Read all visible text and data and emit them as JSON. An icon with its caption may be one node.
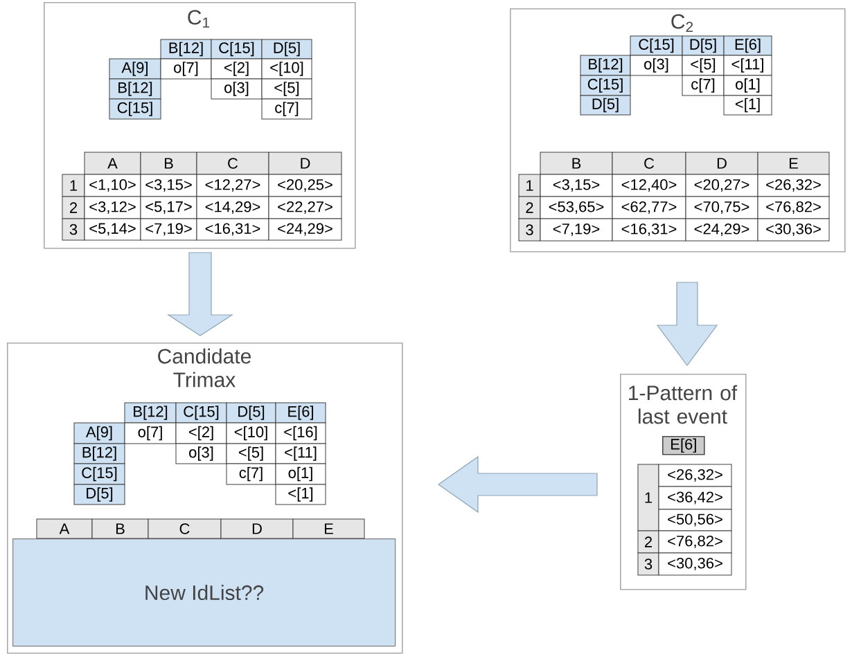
{
  "diagram": {
    "nodes": [
      {
        "text": [
          "C$_{1}$"
        ]
      },
      {
        "text": [
          "C$_{2}$"
        ]
      },
      {
        "text": [
          "Candidate Trimax"
        ]
      },
      {
        "text": [
          "New IdList??"
        ],
        "in": 2
      },
      {
        "text": [
          "1-Pattern of last event"
        ]
      },
      {
        "text": [
          "E[6]"
        ],
        "in": 4
      }
    ],
    "edges": [
      {
        "from": 0,
        "to": 2,
        "arrow": "to"
      },
      {
        "from": 1,
        "to": 4,
        "arrow": "to"
      },
      {
        "from": 4,
        "to": 2,
        "arrow": "to"
      }
    ],
    "labels": [
      "B[12]",
      "C[15]",
      "D[5]",
      "A[9]",
      "o[7]",
      "<[2]",
      "<[10]",
      "B[12]",
      "o[3]",
      "<[5]",
      "C[15]",
      "c[7]",
      "A",
      "B",
      "C",
      "D",
      "1",
      "<1,10>",
      "<3,15>",
      "<12,27>",
      "<20,25>",
      "2",
      "<3,12>",
      "<5,17>",
      "<14,29>",
      "<22,27>",
      "3",
      "<5,14>",
      "<7,19>",
      "<16,31>",
      "<24,29>",
      "C[15]",
      "D[5]",
      "E[6]",
      "B[12]",
      "o[3]",
      "<[5]",
      "<[11]",
      "C[15]",
      "c[7]",
      "o[1]",
      "D[5]",
      "<[1]",
      "B",
      "C",
      "D",
      "E",
      "1",
      "<3,15>",
      "<12,40>",
      "<20,27>",
      "<26,32>",
      "2",
      "<53,65>",
      "<62,77>",
      "<70,75>",
      "<76,82>",
      "3",
      "<7,19>",
      "<16,31>",
      "<24,29>",
      "<30,36>",
      "B[12]",
      "C[15]",
      "D[5]",
      "E[6]",
      "A[9]",
      "o[7]",
      "<[2]",
      "<[10]",
      "<[16]",
      "B[12]",
      "o[3]",
      "<[5]",
      "<[11]",
      "C[15]",
      "c[7]",
      "o[1]",
      "D[5]",
      "<[1]",
      "A",
      "B",
      "C",
      "D",
      "E",
      "1",
      "<26,32>",
      "<36,42>",
      "<50,56>",
      "2",
      "<76,82>",
      "3",
      "<30,36>"
    ]
  }
}
